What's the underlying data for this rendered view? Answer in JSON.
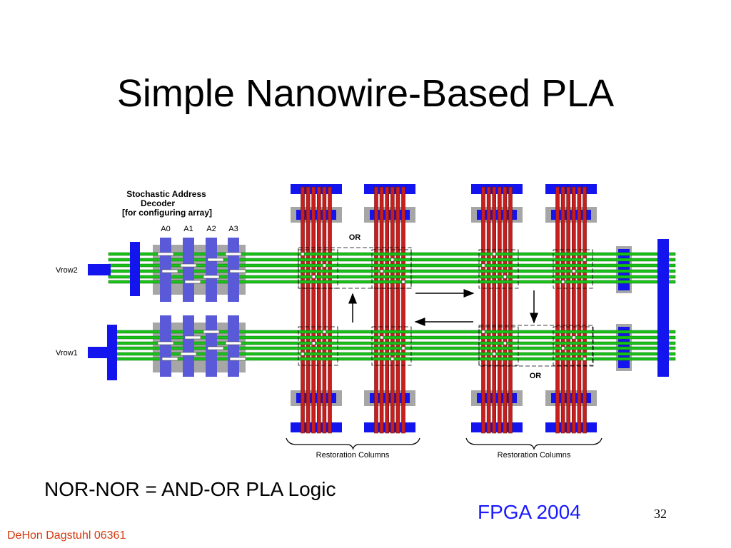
{
  "title": "Simple Nanowire-Based PLA",
  "diagram": {
    "decoder_label": [
      "Stochastic Address",
      "Decoder",
      "[for configuring array]"
    ],
    "address_lines": [
      "A0",
      "A1",
      "A2",
      "A3"
    ],
    "row_labels": [
      "Vrow2",
      "Vrow1"
    ],
    "or_labels": [
      "OR",
      "OR"
    ],
    "restoration_labels": [
      "Restoration Columns",
      "Restoration Columns"
    ],
    "colors": {
      "horizontal_wire": "#19c119",
      "vertical_wire": "#c81e1e",
      "contact": "#1414ee",
      "shadow": "#a6a6a6",
      "decoder_block": "#5a5ad8"
    }
  },
  "caption": "NOR-NOR = AND-OR PLA Logic",
  "venue": "FPGA 2004",
  "page_number": "32",
  "footer": "DeHon Dagstuhl 06361"
}
